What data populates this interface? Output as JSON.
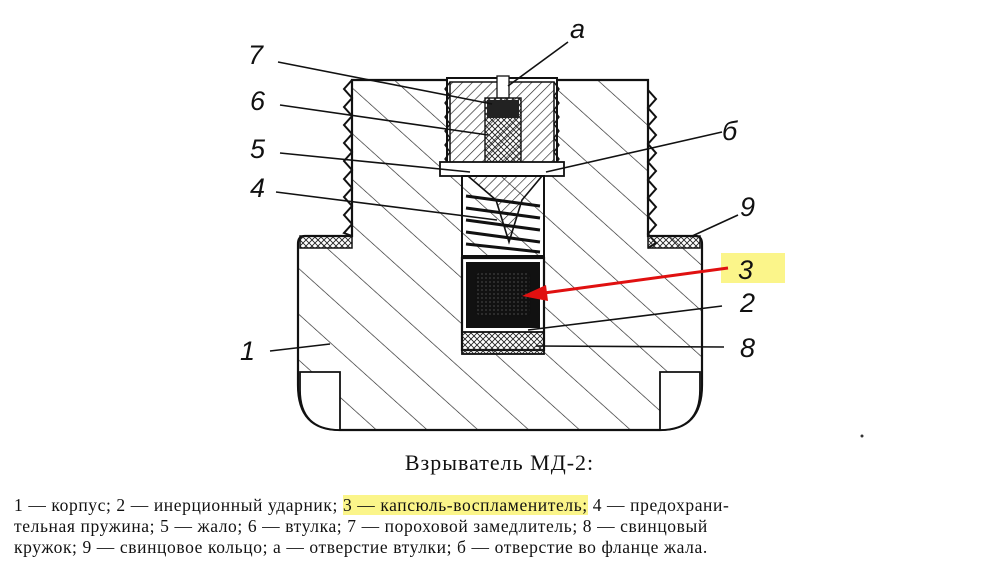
{
  "figure": {
    "labels": {
      "l7": "7",
      "l6": "6",
      "l5": "5",
      "l4": "4",
      "l1": "1",
      "la": "а",
      "lb": "б",
      "l9": "9",
      "l3": "3",
      "l2": "2",
      "l8": "8"
    },
    "highlight_color": "#fbf58a",
    "arrow_color": "#e01010"
  },
  "caption": "Взрыватель МД-2:",
  "legend": {
    "line1_a": "1 — корпус; 2 — инерционный ударник; ",
    "line1_hl": "3 — капсюль-воспламенитель;",
    "line1_b": " 4 — предохрани-",
    "line2": "тельная пружина; 5 — жало; 6 — втулка; 7 — пороховой замедлитель; 8 — свинцовый",
    "line3": "кружок; 9 — свинцовое кольцо; а — отверстие втулки; б — отверстие во фланце жала."
  }
}
